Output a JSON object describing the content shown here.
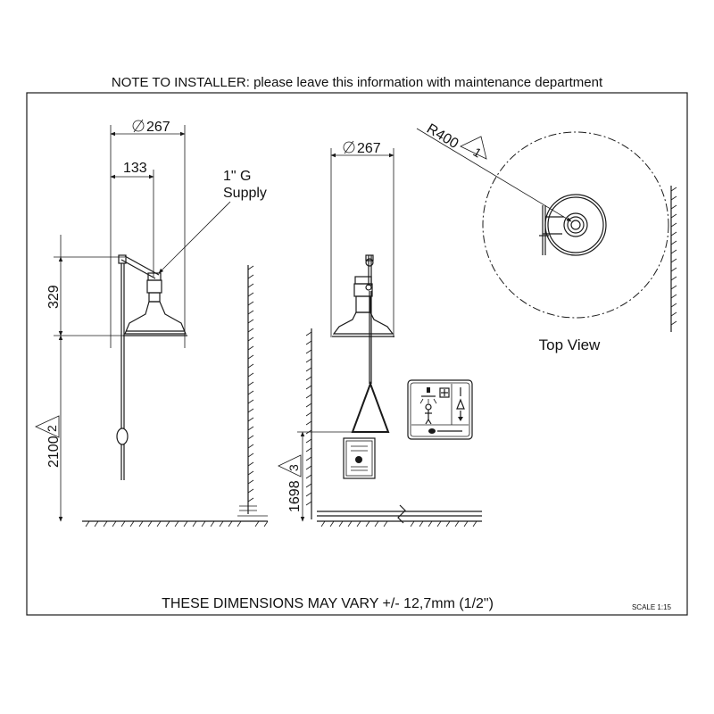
{
  "header_note": "NOTE TO INSTALLER: please leave this information with maintenance department",
  "front_view": {
    "diameter_label": "267",
    "offset_label": "133",
    "supply_label_line1": "1\" G",
    "supply_label_line2": "Supply",
    "height_label": "329",
    "floor_height_label": "2100",
    "floor_height_tag": "2"
  },
  "side_view": {
    "diameter_label": "267",
    "pull_height_label": "1698",
    "pull_height_tag": "3"
  },
  "top_view": {
    "radius_label": "R400",
    "radius_tag": "1",
    "title": "Top View"
  },
  "footer": {
    "tolerance_note": "THESE DIMENSIONS MAY VARY +/- 12,7mm (1/2\")",
    "scale": "SCALE 1:15"
  },
  "colors": {
    "line": "#1a1a1a",
    "background": "#ffffff"
  }
}
